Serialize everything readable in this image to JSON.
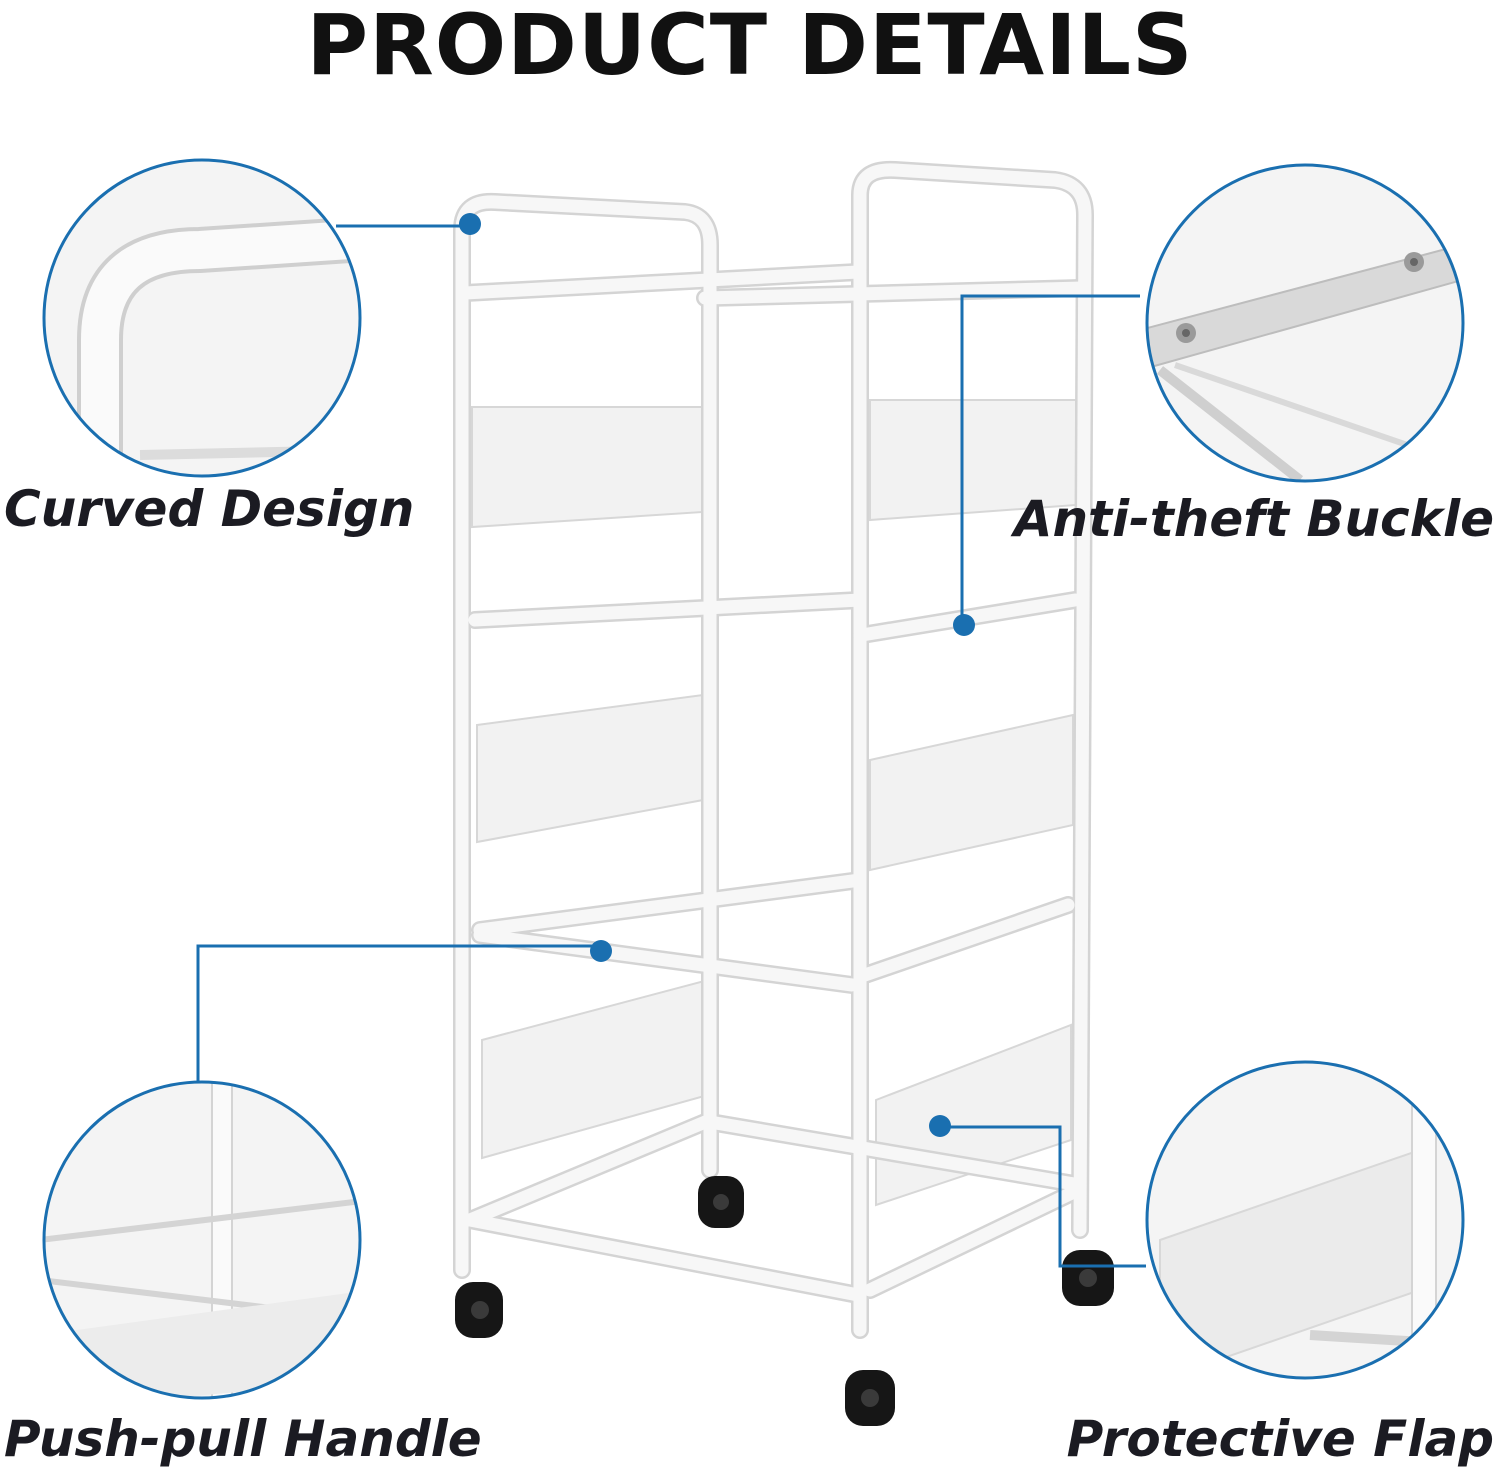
{
  "title": "PRODUCT DETAILS",
  "features": [
    {
      "label": "Curved Design"
    },
    {
      "label": "Anti-theft Buckle"
    },
    {
      "label": "Push-pull Handle"
    },
    {
      "label": "Protective Flap"
    }
  ],
  "colors": {
    "accent": "#1a6fb0",
    "frame": "#f1f1f1",
    "frame_outline": "#d6d6d6",
    "wheel": "#161616",
    "text": "#1b1b22"
  }
}
